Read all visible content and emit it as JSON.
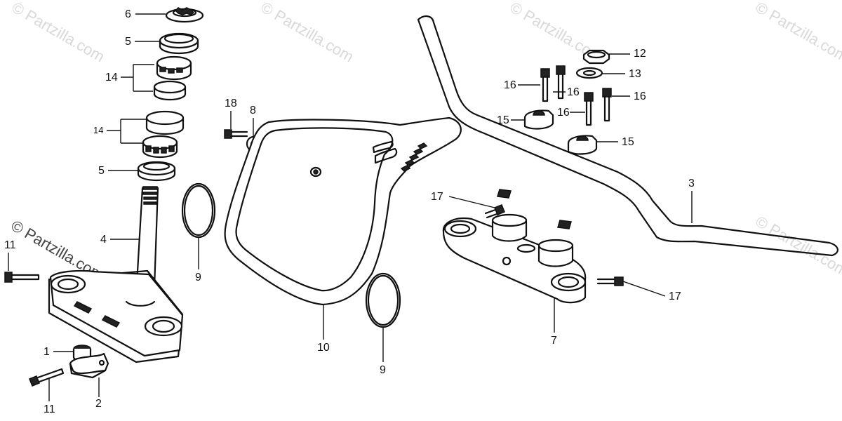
{
  "watermark": {
    "small_text": "© Partzilla.com",
    "big_text": "© Partzilla.com"
  },
  "callouts": {
    "c1": "1",
    "c2": "2",
    "c3": "3",
    "c4": "4",
    "c5a": "5",
    "c5b": "5",
    "c6": "6",
    "c7": "7",
    "c8": "8",
    "c9a": "9",
    "c9b": "9",
    "c10": "10",
    "c11a": "11",
    "c11b": "11",
    "c12": "12",
    "c13": "13",
    "c14a": "14",
    "c14b": "14",
    "c15a": "15",
    "c15b": "15",
    "c16a": "16",
    "c16b": "16",
    "c16c": "16",
    "c16d": "16",
    "c17a": "17",
    "c17b": "17",
    "c18": "18"
  },
  "colors": {
    "line": "#111111",
    "background": "#ffffff",
    "watermark": "#d9d9d9"
  }
}
